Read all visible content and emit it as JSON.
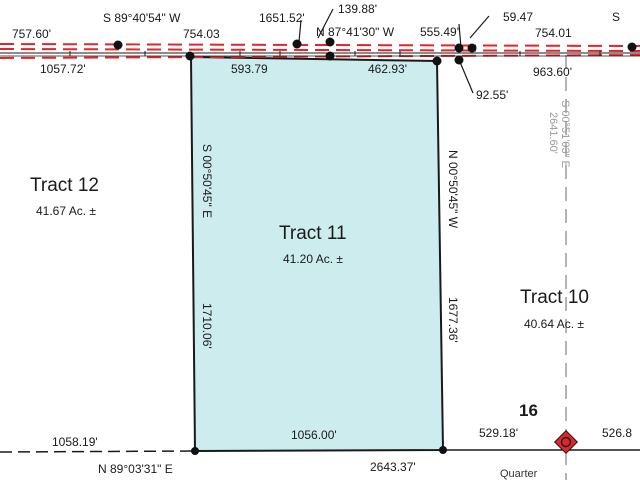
{
  "colors": {
    "tract_fill": "#cdeced",
    "boundary": "#1a1a1a",
    "row_dash": "#e0262a",
    "section_line": "#9b9b9b",
    "corner_marker": "#e0262a"
  },
  "tracts": [
    {
      "name": "Tract 12",
      "area": "41.67 Ac. ±"
    },
    {
      "name": "Tract 11",
      "area": "41.20 Ac. ±"
    },
    {
      "name": "Tract 10",
      "area": "40.64 Ac. ±"
    }
  ],
  "top_labels": {
    "left_dist": "757.60'",
    "bearing_left": "S 89°40'54\" W",
    "d754_03": "754.03",
    "d1651_52": "1651.52'",
    "d139_88": "139.88'",
    "bearing_mid": "N 87°41'30\" W",
    "d555_49": "555.49'",
    "d59_47": "59.47",
    "d754_01": "754.01",
    "bearing_right_partial": "S",
    "d1057_72": "1057.72'",
    "d593_79": "593.79",
    "d462_93": "462.93'",
    "d963_60": "963.60'",
    "d92_55": "92.55'"
  },
  "side_labels": {
    "west_bearing": "S 00°50'45\" E",
    "west_dist": "1710.06'",
    "east_bearing": "N 00°50'45\" W",
    "east_dist": "1677.36'",
    "grey_bearing": "S 00°51'03\" E",
    "grey_dist": "2641.60'"
  },
  "bottom_labels": {
    "d1058_19": "1058.19'",
    "d1056_00": "1056.00'",
    "d529_18": "529.18'",
    "d526_partial": "526.8",
    "bearing_bottom": "N 89°03'31\" E",
    "d2643_37": "2643.37'",
    "section_number": "16",
    "quarter_label": "Quarter"
  }
}
